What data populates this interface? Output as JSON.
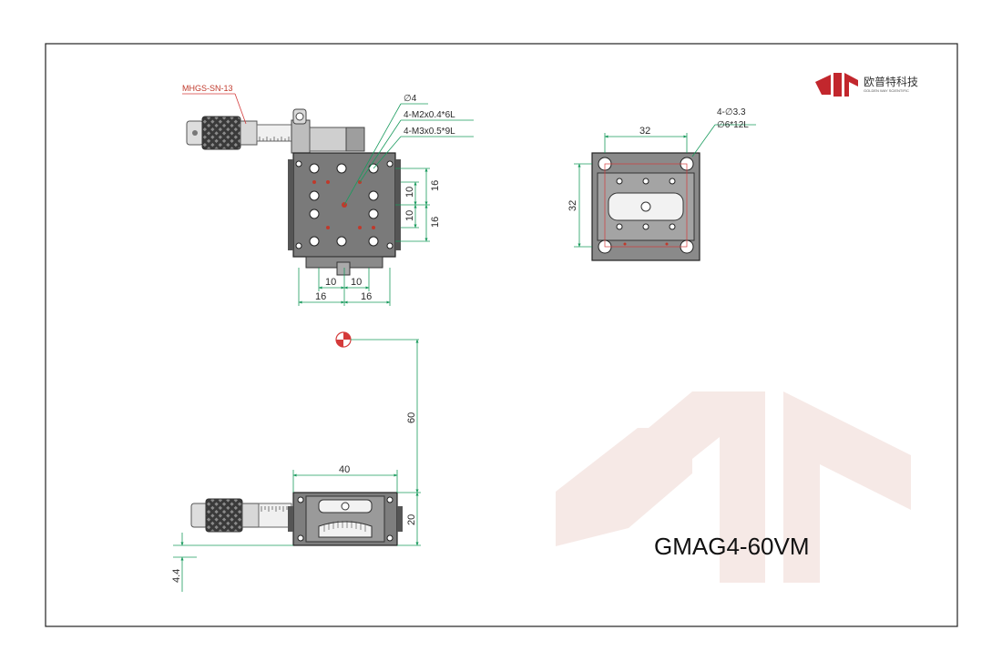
{
  "colors": {
    "dimension_line": "#1a9b5e",
    "reference_line": "#d43a3a",
    "body": "#6e6e6e",
    "body_dark": "#2e2e2e",
    "watermark": "#f6e9e6",
    "brand_red": "#c2272d"
  },
  "brand": {
    "logo_icon": "golden-way-logo-icon",
    "name_cn": "欧普特科技",
    "name_en": "GOLDEN WAY SCIENTIFIC"
  },
  "model": "GMAG4-60VM",
  "top_view": {
    "micrometer_label": "MHGS-SN-13",
    "callouts": [
      "∅4",
      "4-M2x0.4*6L",
      "4-M3x0.5*9L"
    ],
    "right_dims": [
      "16",
      "10",
      "10",
      "16"
    ],
    "bottom_dims_inner": [
      "10",
      "10"
    ],
    "bottom_dims_outer": [
      "16",
      "16"
    ]
  },
  "side_view": {
    "callouts": [
      "4-∅3.3",
      "∅6*12L"
    ],
    "top_dim": "32",
    "left_dim": "32"
  },
  "front_view": {
    "height_dim": "60",
    "width_dim": "40",
    "body_height_dim": "20",
    "offset_dim": "4.4"
  }
}
